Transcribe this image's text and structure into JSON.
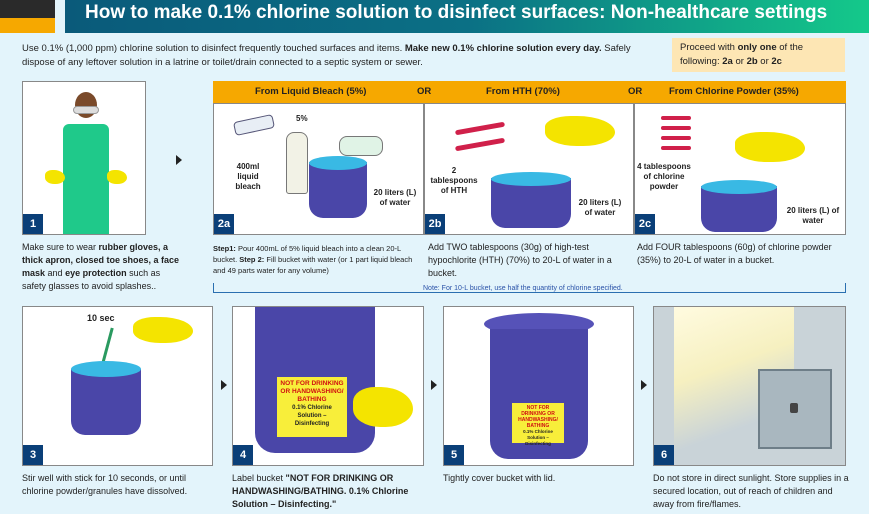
{
  "header": {
    "title": "How to make 0.1% chlorine solution to disinfect surfaces: Non-healthcare settings"
  },
  "intro": {
    "text_1": "Use 0.1% (1,000 ppm) chlorine solution to disinfect frequently touched surfaces and items. ",
    "bold_1": "Make new 0.1% chlorine solution every day.",
    "text_2": " Safely dispose of any leftover solution in a latrine or toilet/drain connected to a septic system or sewer."
  },
  "proceed_note": {
    "pre": "Proceed with ",
    "bold": "only one",
    "mid": " of the following: ",
    "a": "2a",
    "or1": " or ",
    "b": "2b",
    "or2": " or ",
    "c": "2c"
  },
  "options_header": {
    "bleach": "From Liquid Bleach (5%)",
    "or1": "OR",
    "hth": "From HTH (70%)",
    "or2": "OR",
    "powder": "From Chlorine Powder (35%)"
  },
  "steps": [
    {
      "num": "1",
      "caption_html": "Make sure to wear <b>rubber gloves, a thick apron, closed toe shoes, a face mask</b> and <b>eye protection</b> such as safety glasses to avoid splashes.."
    },
    {
      "num": "2a",
      "labels": {
        "percent": "5%",
        "bleach": "400ml liquid bleach",
        "water": "20 liters (L) of water"
      },
      "caption_html": "<b>Step1:</b> Pour 400mL of 5% liquid bleach into a clean 20-L bucket. <b>Step 2:</b> Fill bucket with water (or 1 part liquid bleach and 49 parts water for any volume)"
    },
    {
      "num": "2b",
      "labels": {
        "amount": "2 tablespoons of HTH",
        "water": "20 liters (L) of water"
      },
      "caption_html": "Add TWO tablespoons (30g) of high-test hypochlorite (HTH) (70%) to 20-L of water in a bucket."
    },
    {
      "num": "2c",
      "labels": {
        "amount": "4 tablespoons of chlorine powder",
        "water": "20 liters (L) of water"
      },
      "caption_html": "Add FOUR tablespoons (60g) of chlorine powder (35%) to 20-L of water in a bucket."
    },
    {
      "num": "3",
      "labels": {
        "time": "10 sec"
      },
      "caption_html": "Stir well with stick for 10 seconds, or until chlorine powder/granules have dissolved."
    },
    {
      "num": "4",
      "labels": {
        "sign_red": "NOT FOR DRINKING OR HANDWASHING/ BATHING",
        "sign_black": "0.1% Chlorine Solution – Disinfecting"
      },
      "caption_html": "Label bucket <b>\"NOT FOR DRINKING OR HANDWASHING/BATHING. 0.1% Chlorine Solution – Disinfecting.\"</b>"
    },
    {
      "num": "5",
      "caption_html": "Tightly cover bucket with lid."
    },
    {
      "num": "6",
      "caption_html": "Do not store in direct sunlight. Store supplies in a secured location, out of reach of children and away from fire/flames."
    }
  ],
  "volume_note": "Note: For 10-L bucket, use half the quantity of chlorine specified.",
  "colors": {
    "header_start": "#0a5a7a",
    "header_end": "#14c98a",
    "accent_orange": "#f6a800",
    "step_badge": "#0a3f78",
    "bucket": "#4a46a8",
    "water": "#39b9e4",
    "glove": "#f4e400"
  }
}
